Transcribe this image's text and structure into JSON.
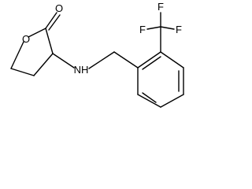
{
  "molecule": {
    "atoms": {
      "o_ring": "O",
      "o_carbonyl": "O",
      "n_amine": "NH",
      "f_top": "F",
      "f_left": "F",
      "f_right": "F"
    }
  }
}
